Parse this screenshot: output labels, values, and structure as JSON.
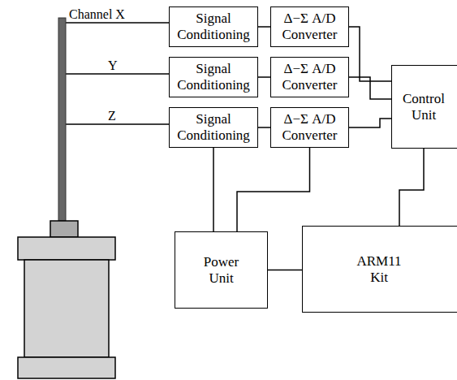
{
  "diagram": {
    "nodes": [
      {
        "text": [
          "Signal Conditioning"
        ]
      },
      {
        "text": [
          "Δ−Σ A/D Converter"
        ]
      },
      {
        "text": [
          "Signal Conditioning"
        ]
      },
      {
        "text": [
          "Δ−Σ A/D Converter"
        ]
      },
      {
        "text": [
          "Signal Conditioning"
        ]
      },
      {
        "text": [
          "Δ−Σ A/D Converter"
        ]
      },
      {
        "text": [
          "Control Unit"
        ]
      },
      {
        "text": [
          "Power Unit"
        ]
      },
      {
        "text": [
          "ARM11 Kit"
        ]
      }
    ],
    "edges": [
      {
        "from": 0,
        "to": 1,
        "arrow": "none"
      },
      {
        "from": 2,
        "to": 3,
        "arrow": "none"
      },
      {
        "from": 4,
        "to": 5,
        "arrow": "none"
      },
      {
        "from": 1,
        "to": 6,
        "arrow": "none"
      },
      {
        "from": 3,
        "to": 6,
        "arrow": "none"
      },
      {
        "from": 5,
        "to": 6,
        "arrow": "none"
      },
      {
        "from": 4,
        "to": 7,
        "arrow": "none"
      },
      {
        "from": 5,
        "to": 7,
        "arrow": "none"
      },
      {
        "from": 6,
        "to": 8,
        "arrow": "none"
      },
      {
        "from": 7,
        "to": 8,
        "arrow": "none"
      }
    ],
    "labels": [
      "Channel X",
      "Y",
      "Z"
    ]
  }
}
